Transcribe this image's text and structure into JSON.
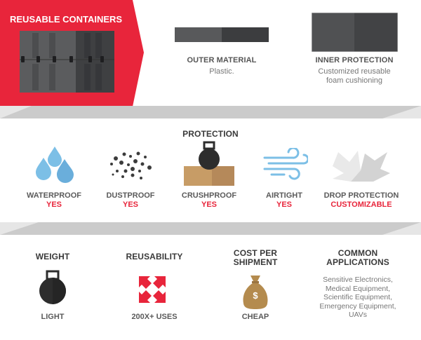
{
  "hero": {
    "title": "REUSABLE CONTAINERS",
    "accent_color": "#e8253b"
  },
  "materials": [
    {
      "title": "OUTER MATERIAL",
      "desc": "Plastic."
    },
    {
      "title": "INNER PROTECTION",
      "desc_line1": "Customized reusable",
      "desc_line2": "foam cushioning"
    }
  ],
  "protection": {
    "title": "PROTECTION",
    "items": [
      {
        "icon": "water-drops-icon",
        "label": "WATERPROOF",
        "value": "YES"
      },
      {
        "icon": "dust-particles-icon",
        "label": "DUSTPROOF",
        "value": "YES"
      },
      {
        "icon": "weight-on-box-icon",
        "label": "CRUSHPROOF",
        "value": "YES"
      },
      {
        "icon": "wind-icon",
        "label": "AIRTIGHT",
        "value": "YES"
      },
      {
        "icon": "impact-burst-icon",
        "label": "DROP PROTECTION",
        "value": "CUSTOMIZABLE"
      }
    ]
  },
  "stats": [
    {
      "icon": "kettlebell-icon",
      "title": "WEIGHT",
      "value": "LIGHT"
    },
    {
      "icon": "recycle-arrows-icon",
      "title": "REUSABILITY",
      "value": "200X+ USES"
    },
    {
      "icon": "money-bag-icon",
      "title_line1": "COST PER",
      "title_line2": "SHIPMENT",
      "value": "CHEAP",
      "symbol": "$"
    },
    {
      "title_line1": "COMMON",
      "title_line2": "APPLICATIONS",
      "apps": [
        "Sensitive Electronics,",
        "Medical Equipment,",
        "Scientific Equipment,",
        "Emergency Equipment,",
        "UAVs"
      ]
    }
  ]
}
